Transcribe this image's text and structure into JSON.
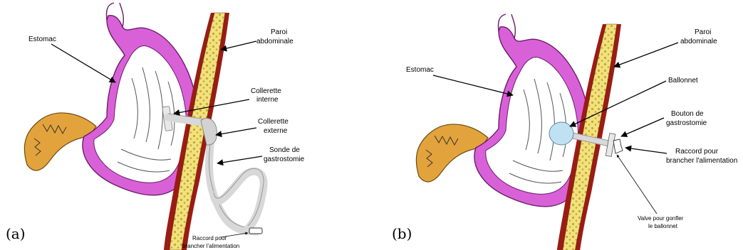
{
  "colors": {
    "stomach": "#d961d8",
    "stomach_inner": "#ffffff",
    "intestine": "#e3a33c",
    "wall_outer": "#9a1c14",
    "wall_inner": "#efe07a",
    "tube": "#e2e2e2",
    "balloon": "#bfe1f2"
  },
  "panel_a": {
    "tag": "(a)",
    "labels": {
      "estomac": "Estomac",
      "paroi_1": "Paroi",
      "paroi_2": "abdominale",
      "collerette_int_1": "Collerette",
      "collerette_int_2": "interne",
      "collerette_ext_1": "Collerette",
      "collerette_ext_2": "externe",
      "sonde_1": "Sonde de",
      "sonde_2": "gastrostomie",
      "raccord_1": "Raccord pour",
      "raccord_2": "brancher l'alimentation"
    }
  },
  "panel_b": {
    "tag": "(b)",
    "labels": {
      "estomac": "Estomac",
      "paroi_1": "Paroi",
      "paroi_2": "abdominale",
      "ballonnet": "Ballonnet",
      "bouton_1": "Bouton de",
      "bouton_2": "gastrostomie",
      "raccord_1": "Raccord pour",
      "raccord_2": "brancher l'alimentation",
      "valve_1": "Valve pour gonfler",
      "valve_2": "le ballonnet"
    }
  }
}
